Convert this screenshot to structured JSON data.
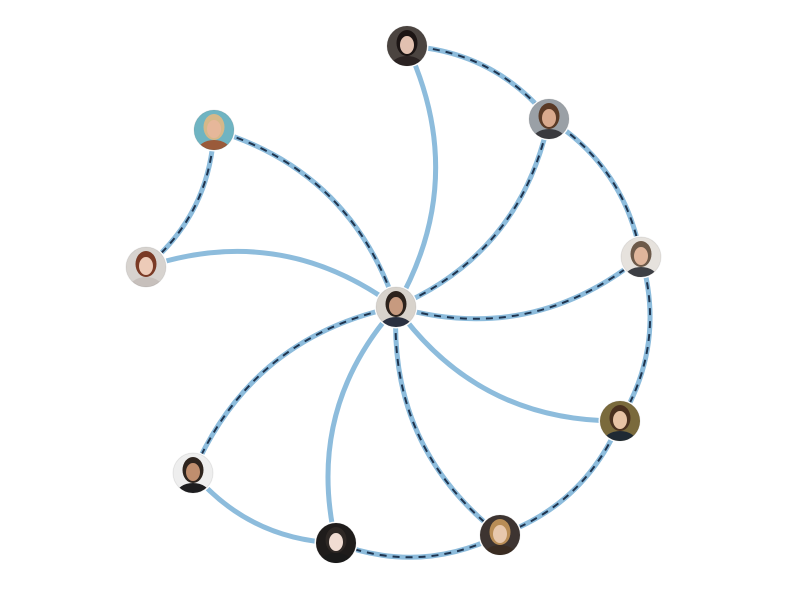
{
  "graph": {
    "colors": {
      "edge_base": "#8dbcdc",
      "edge_dash": "#1f3550",
      "node_ring": "#ffffff"
    },
    "nodes": [
      {
        "id": "center",
        "avatar": "man-suit-avatar",
        "skin": "#c79a7f",
        "hair": "#2c221c",
        "shirt": "#2a3040",
        "bg": "#d8d3cc"
      },
      {
        "id": "top",
        "avatar": "woman-dark-hair-avatar",
        "skin": "#e2c1b0",
        "hair": "#1c1514",
        "shirt": "#2b2322",
        "bg": "#4b4440"
      },
      {
        "id": "upper-right",
        "avatar": "young-man-avatar",
        "skin": "#d9a98d",
        "hair": "#5a3a26",
        "shirt": "#3a3a3e",
        "bg": "#9aa0a6"
      },
      {
        "id": "right",
        "avatar": "man-glasses-avatar",
        "skin": "#e0b69c",
        "hair": "#6d5a4a",
        "shirt": "#3d3f44",
        "bg": "#e6e2dd"
      },
      {
        "id": "lower-right",
        "avatar": "woman-brunette-avatar",
        "skin": "#e7c2a6",
        "hair": "#4a3020",
        "shirt": "#1f2a33",
        "bg": "#7a6a3c"
      },
      {
        "id": "bottom-right",
        "avatar": "woman-blonde-avatar",
        "skin": "#e8c8ad",
        "hair": "#b98d56",
        "shirt": "#3a2c22",
        "bg": "#3d3431"
      },
      {
        "id": "bottom",
        "avatar": "woman-pale-avatar",
        "skin": "#f0dcd2",
        "hair": "#2e2825",
        "shirt": "#1a1a1a",
        "bg": "#1f1c1b"
      },
      {
        "id": "lower-left",
        "avatar": "man-tuxedo-avatar",
        "skin": "#c08e6e",
        "hair": "#2e241e",
        "shirt": "#1d1d1f",
        "bg": "#eeeeee"
      },
      {
        "id": "left",
        "avatar": "woman-red-hair-avatar",
        "skin": "#edcbb8",
        "hair": "#7a3a25",
        "shirt": "#c7c0bc",
        "bg": "#d7d3cf"
      },
      {
        "id": "upper-left",
        "avatar": "woman-blonde-teal-avatar",
        "skin": "#e6b79a",
        "hair": "#d6b889",
        "shirt": "#9a5a3a",
        "bg": "#6fb4c2"
      }
    ],
    "edges": [
      {
        "from": "center",
        "to": "top",
        "dashed": false
      },
      {
        "from": "center",
        "to": "upper-right",
        "dashed": true
      },
      {
        "from": "center",
        "to": "right",
        "dashed": true
      },
      {
        "from": "center",
        "to": "lower-right",
        "dashed": false
      },
      {
        "from": "center",
        "to": "bottom-right",
        "dashed": true
      },
      {
        "from": "center",
        "to": "bottom",
        "dashed": false
      },
      {
        "from": "center",
        "to": "lower-left",
        "dashed": true
      },
      {
        "from": "center",
        "to": "left",
        "dashed": false
      },
      {
        "from": "center",
        "to": "upper-left",
        "dashed": true
      },
      {
        "from": "top",
        "to": "upper-right",
        "dashed": true
      },
      {
        "from": "upper-right",
        "to": "right",
        "dashed": true
      },
      {
        "from": "right",
        "to": "lower-right",
        "dashed": true
      },
      {
        "from": "lower-right",
        "to": "bottom-right",
        "dashed": true
      },
      {
        "from": "bottom-right",
        "to": "bottom",
        "dashed": true
      },
      {
        "from": "bottom",
        "to": "lower-left",
        "dashed": false
      },
      {
        "from": "upper-left",
        "to": "left",
        "dashed": true
      }
    ]
  }
}
